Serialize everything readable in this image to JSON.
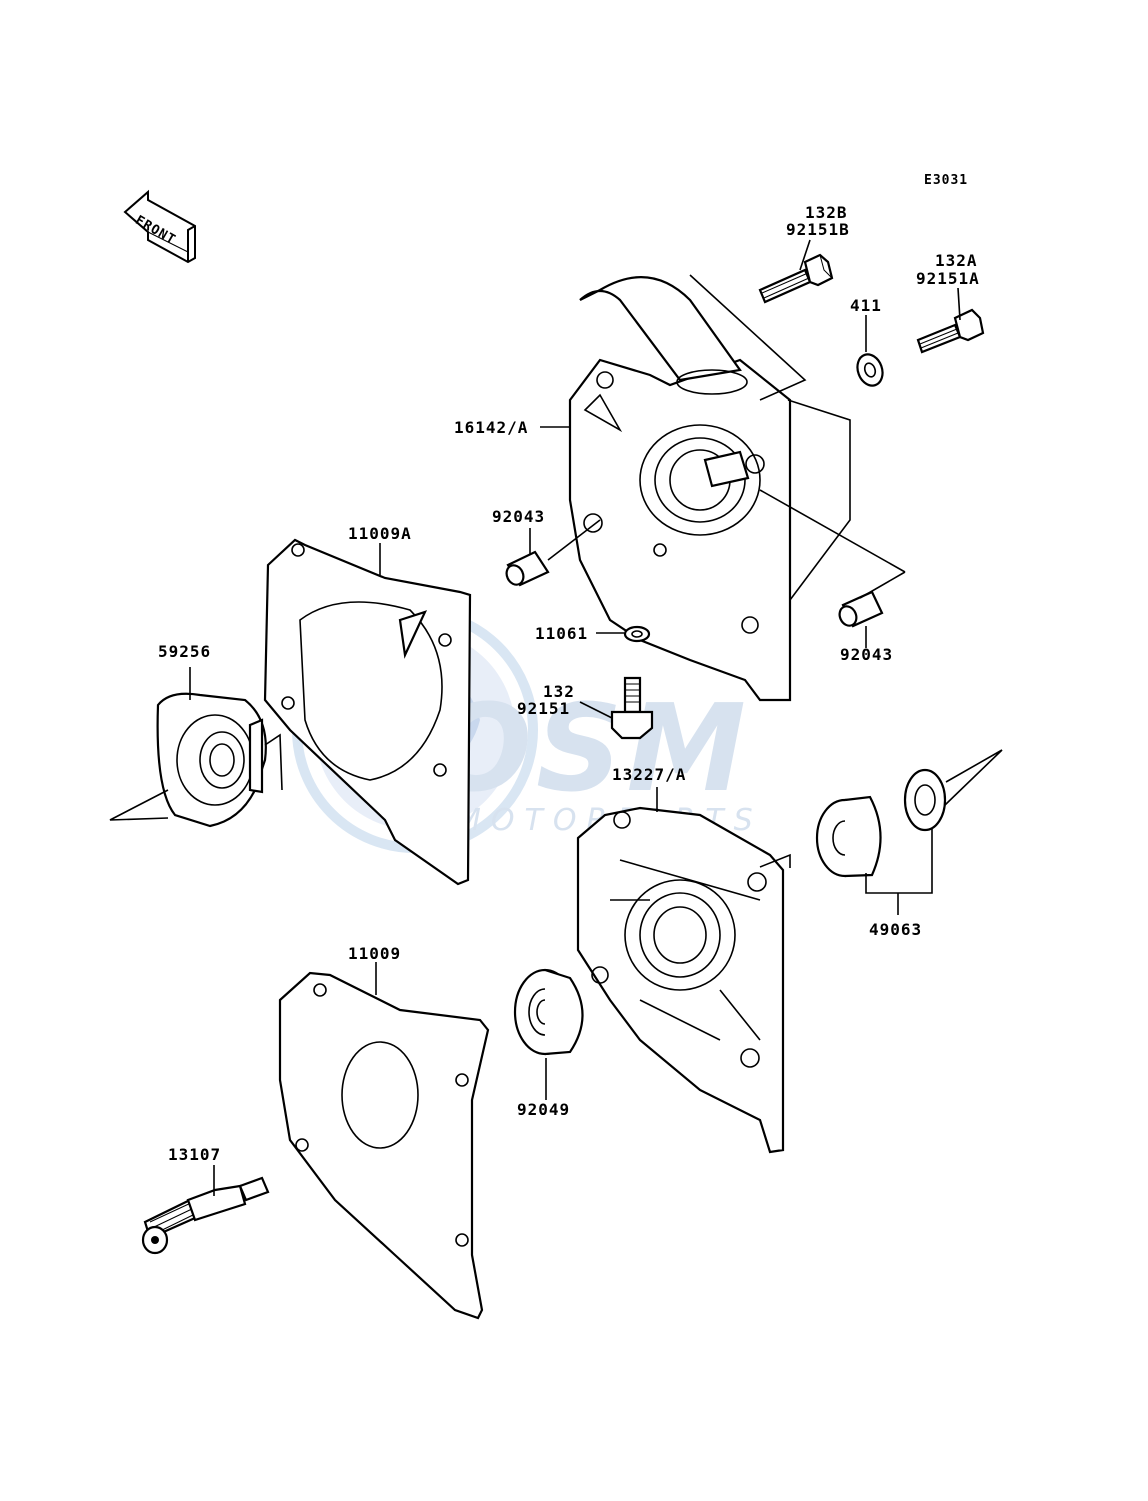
{
  "diagram": {
    "ref_code": "E3031",
    "front_arrow_text": "FRONT",
    "watermark": {
      "brand": "OSM",
      "sub": "MOTORPARTS"
    },
    "labels": {
      "p132B": "132B",
      "p92151B": "92151B",
      "p132A": "132A",
      "p92151A": "92151A",
      "p411": "411",
      "p16142A": "16142/A",
      "p92043a": "92043",
      "p11009A": "11009A",
      "p92043b": "92043",
      "p11061": "11061",
      "p59256": "59256",
      "p132": "132",
      "p92151": "92151",
      "p13227A": "13227/A",
      "p49063": "49063",
      "p11009": "11009",
      "p92049": "92049",
      "p13107": "13107"
    }
  }
}
